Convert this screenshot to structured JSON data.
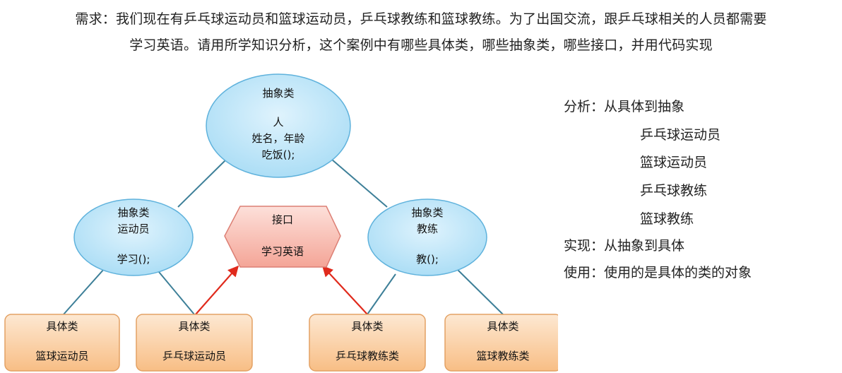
{
  "requirement": {
    "line1": "需求：我们现在有乒乓球运动员和篮球运动员，乒乓球教练和篮球教练。为了出国交流，跟乒乓球相关的人员都需要",
    "line2": "学习英语。请用所学知识分析，这个案例中有哪些具体类，哪些抽象类，哪些接口，并用代码实现"
  },
  "nodes": {
    "person": {
      "kind": "抽象类",
      "name": "人",
      "detail": "姓名，年龄",
      "method": "吃饭();"
    },
    "athlete": {
      "kind": "抽象类",
      "name": "运动员",
      "method": "学习();"
    },
    "coach": {
      "kind": "抽象类",
      "name": "教练",
      "method": "教();"
    },
    "interface": {
      "kind": "接口",
      "name": "学习英语"
    },
    "concrete": [
      {
        "kind": "具体类",
        "name": "篮球运动员"
      },
      {
        "kind": "具体类",
        "name": "乒乓球运动员"
      },
      {
        "kind": "具体类",
        "name": "乒乓球教练类"
      },
      {
        "kind": "具体类",
        "name": "篮球教练类"
      }
    ]
  },
  "analysis": {
    "heading": "分析：从具体到抽象",
    "items": [
      "乒乓球运动员",
      "篮球运动员",
      "乒乓球教练",
      "篮球教练"
    ],
    "implement": "实现：从抽象到具体",
    "usage": "使用：使用的是具体的类的对象"
  },
  "colors": {
    "ellipse_fill": "#a8dcf5",
    "ellipse_stroke": "#5fb2dc",
    "interface_fill": "#f7b9ad",
    "interface_stroke": "#dc7f74",
    "concrete_fill": "#fbcd9c",
    "concrete_stroke": "#e3a164",
    "connector": "#3d7f98",
    "arrow": "#e02a1c"
  }
}
